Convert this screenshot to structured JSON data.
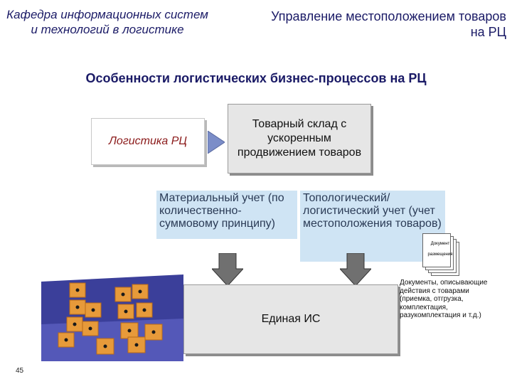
{
  "header": {
    "department": "Кафедра информационных систем и технологий в логистике",
    "topic": "Управление местоположением товаров на РЦ"
  },
  "slide": {
    "subtitle": "Особенности логистических бизнес-процессов на РЦ",
    "page_number": "45"
  },
  "diagram": {
    "logistics_label": "Логистика РЦ",
    "warehouse_label": "Товарный склад с ускоренным продвижением товаров",
    "material_accounting": "Материальный учет (по количественно-суммовому принципу)",
    "topological_accounting": "Топологический/ логистический учет (учет местоположения товаров)",
    "doc_stack_line1": "Документ",
    "doc_stack_line2": "размещения",
    "unified_is": "Единая ИС",
    "documents_caption": "Документы, описывающие действия с товарами (приемка, отгрузка, комплектация, разукомплектация и т.д.)"
  },
  "colors": {
    "title_text": "#1a1a66",
    "accent_red": "#8b1a1a",
    "box_blue": "#cfe4f4",
    "box_gray": "#e6e6e6",
    "arrow_gray": "#707070",
    "arrow_blue": "#7b8dc8"
  }
}
